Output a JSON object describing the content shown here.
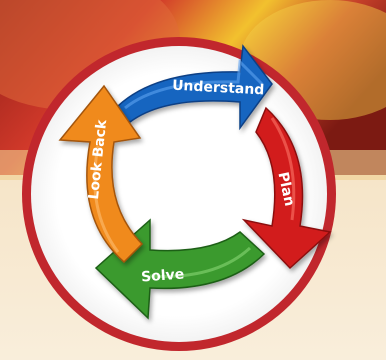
{
  "diagram": {
    "steps": [
      {
        "label": "Understand",
        "color": "#1565c0"
      },
      {
        "label": "Plan",
        "color": "#d21f1f"
      },
      {
        "label": "Solve",
        "color": "#3a9a2d"
      },
      {
        "label": "Look Back",
        "color": "#f08a1c"
      }
    ],
    "ring_color": "#c1272d",
    "inner_background": "#ffffff",
    "background_top_colors": [
      "#b0251d",
      "#f2c12e",
      "#7c1a12"
    ],
    "background_bottom_color": "#f7e6c8"
  }
}
